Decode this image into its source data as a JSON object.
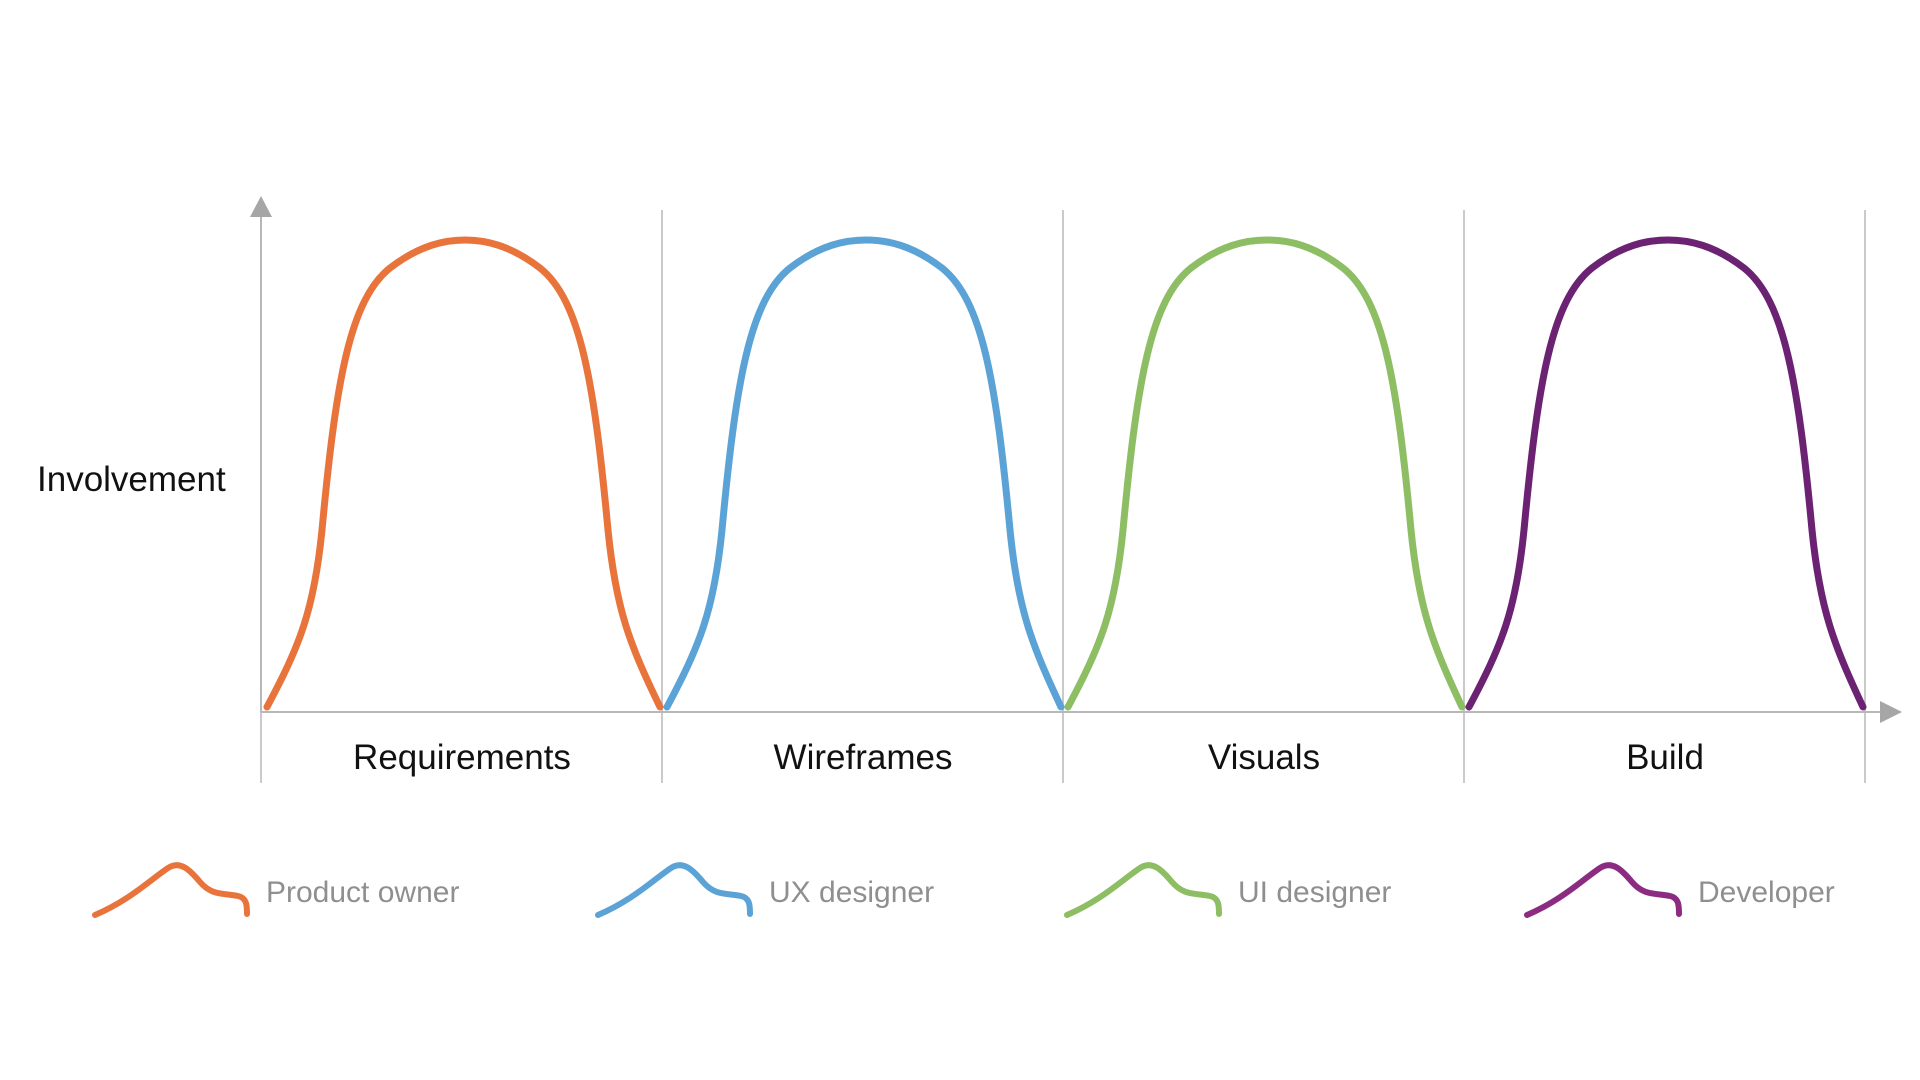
{
  "y_axis_label": "Involvement",
  "stages": [
    {
      "label": "Requirements",
      "role": "Product owner",
      "color": "#E8743B"
    },
    {
      "label": "Wireframes",
      "role": "UX designer",
      "color": "#5BA3D6"
    },
    {
      "label": "Visuals",
      "role": "UI designer",
      "color": "#8DBE63"
    },
    {
      "label": "Build",
      "role": "Developer",
      "color": "#6B2272"
    }
  ],
  "legend": [
    {
      "label": "Product owner",
      "color": "#E8743B",
      "icon": "wave-icon"
    },
    {
      "label": "UX designer",
      "color": "#5BA3D6",
      "icon": "wave-icon"
    },
    {
      "label": "UI designer",
      "color": "#8DBE63",
      "icon": "wave-icon"
    },
    {
      "label": "Developer",
      "color": "#8B2C82",
      "icon": "wave-icon"
    }
  ],
  "axis_color": "#B8B8B8"
}
